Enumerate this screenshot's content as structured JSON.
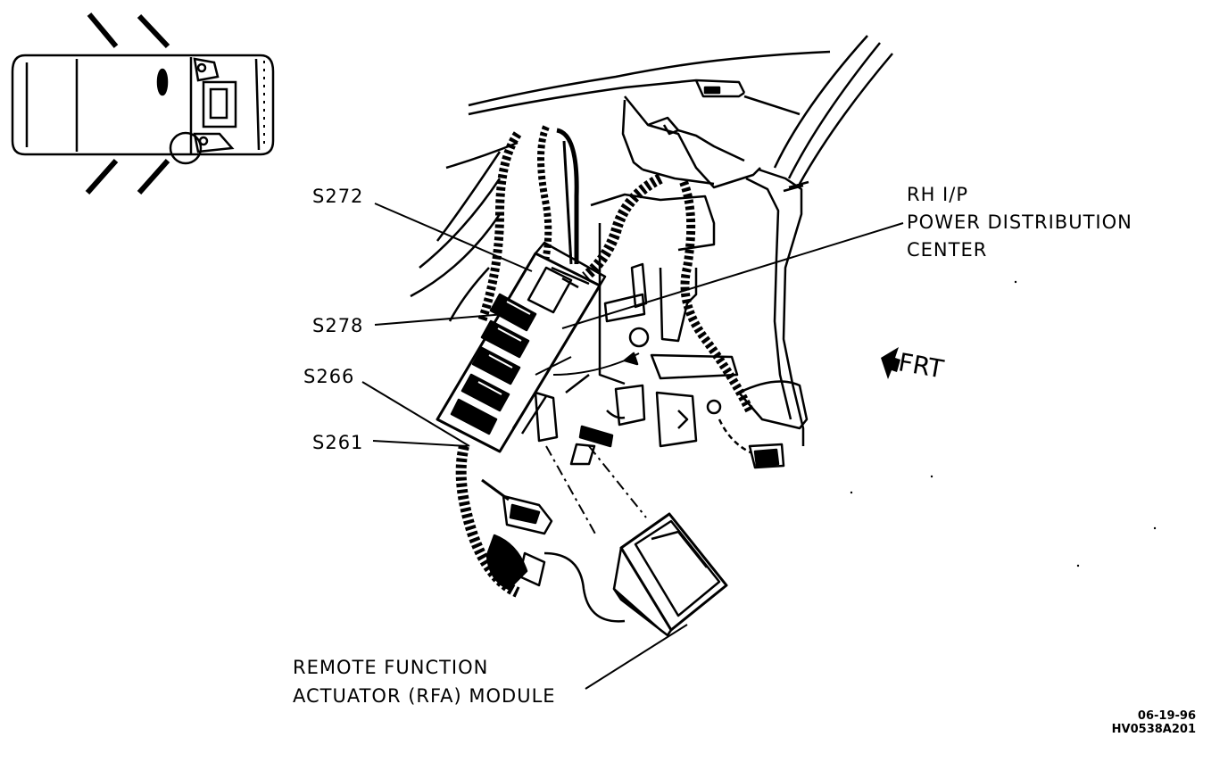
{
  "labels": {
    "s272": "S272",
    "s278": "S278",
    "s266": "S266",
    "s261": "S261",
    "pdc": [
      "RH I/P",
      "POWER DISTRIBUTION",
      "CENTER"
    ],
    "rfa": [
      "REMOTE FUNCTION",
      "ACTUATOR (RFA) MODULE"
    ],
    "direction": "FRT"
  },
  "stamp": {
    "date": "06-19-96",
    "code": "HV0538A201"
  },
  "icons": {
    "vehicle_locator": "vehicle-top-view-icon",
    "front_arrow": "arrow-left-icon"
  },
  "colors": {
    "ink": "#000000",
    "paper": "#ffffff"
  }
}
